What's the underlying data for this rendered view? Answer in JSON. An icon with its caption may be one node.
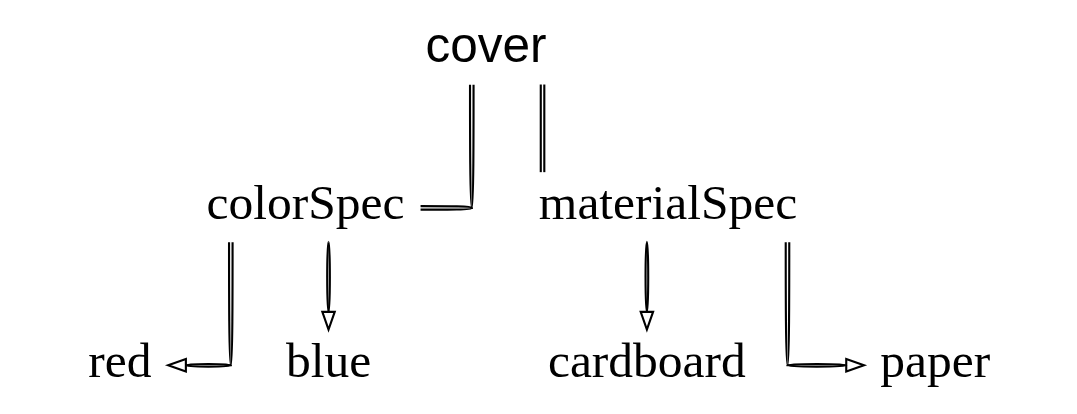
{
  "diagram": {
    "nodes": [
      {
        "text": [
          "cover"
        ]
      },
      {
        "text": [
          "colorSpec"
        ]
      },
      {
        "text": [
          "materialSpec"
        ]
      },
      {
        "text": [
          "red"
        ]
      },
      {
        "text": [
          "blue"
        ]
      },
      {
        "text": [
          "cardboard"
        ]
      },
      {
        "text": [
          "paper"
        ]
      }
    ],
    "edges": [
      {
        "from": 0,
        "to": 1,
        "arrow": "none"
      },
      {
        "from": 0,
        "to": 2,
        "arrow": "none"
      },
      {
        "from": 1,
        "to": 3,
        "arrow": "to"
      },
      {
        "from": 1,
        "to": 4,
        "arrow": "to"
      },
      {
        "from": 2,
        "to": 5,
        "arrow": "to"
      },
      {
        "from": 2,
        "to": 6,
        "arrow": "to"
      }
    ]
  }
}
